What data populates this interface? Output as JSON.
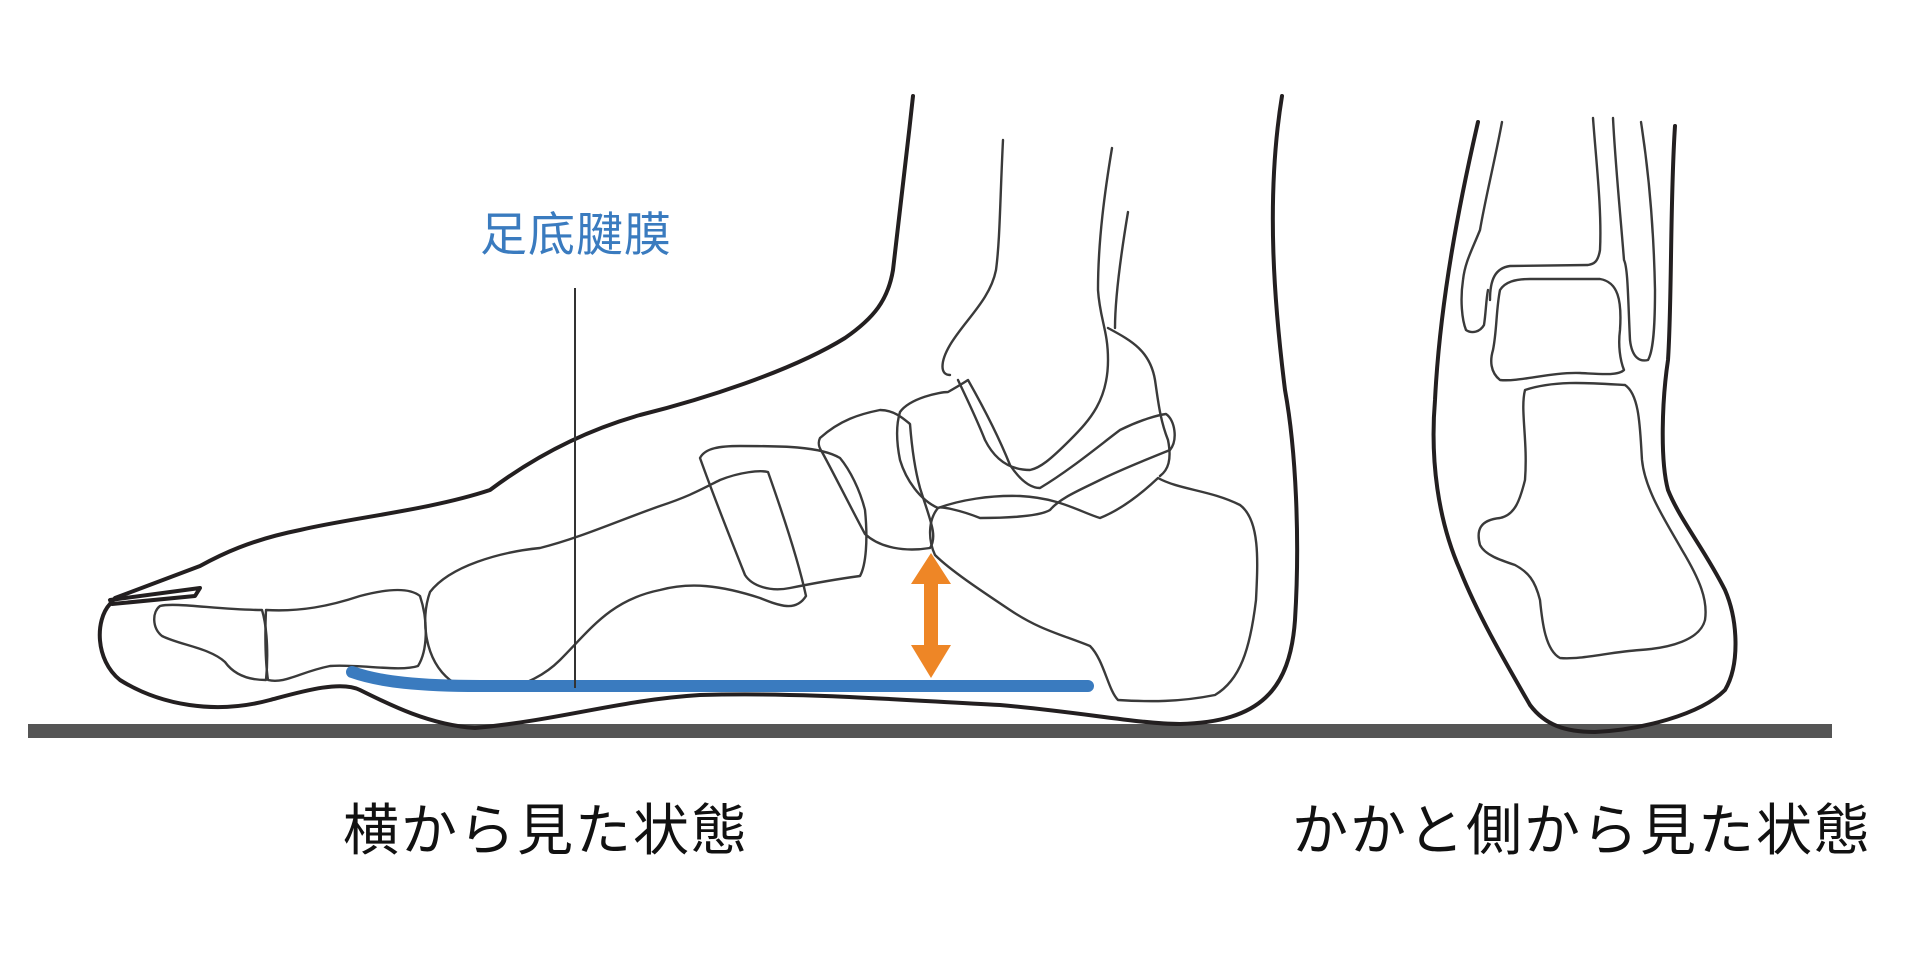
{
  "figure": {
    "type": "anatomical-diagram",
    "annotation": {
      "label": "足底腱膜",
      "color": "#3a7bbf"
    },
    "arch_height_arrow": {
      "color": "#ee8626",
      "direction": "vertical-double-headed"
    },
    "plantar_fascia_line": {
      "color": "#3a7bbf"
    },
    "ground_line": {
      "color": "#555555"
    },
    "outline_color": "#231f20",
    "captions": {
      "side_view": "横から見た状態",
      "heel_view": "かかと側から見た状態"
    }
  }
}
